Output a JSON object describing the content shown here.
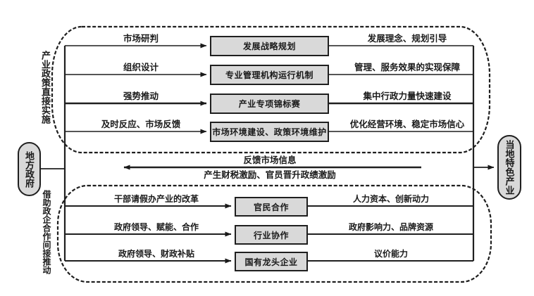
{
  "palette": {
    "line_color": "#1f1f1f",
    "box_fill": "#d9d9d9",
    "background": "#ffffff",
    "text_color": "#1a1a1a"
  },
  "left_node": {
    "label": "地方政府"
  },
  "right_node": {
    "label": "当地特色产业"
  },
  "top_section": {
    "side_label": "产业政策直接实施",
    "rows": [
      {
        "left_label": "市场研判",
        "box": "发展战略规划",
        "right_label": "发展理念、规划引导"
      },
      {
        "left_label": "组织设计",
        "box": "专业管理机构运行机制",
        "right_label": "管理、服务效果的实现保障"
      },
      {
        "left_label": "强势推动",
        "box": "产业专项锦标赛",
        "right_label": "集中行政力量快速建设"
      },
      {
        "left_label": "及时反应、市场反馈",
        "box": "市场环境建设、政策环境维护",
        "right_label": "优化经营环境、稳定市场信心"
      }
    ]
  },
  "feedback": {
    "top_label": "反馈市场信息",
    "bottom_label": "产生财税激励、官员晋升政绩激励"
  },
  "bottom_section": {
    "side_label": "借助政企合作间接推动",
    "rows": [
      {
        "left_label": "干部请假办产业的改革",
        "box": "官民合作",
        "right_label": "人力资本、创新动力"
      },
      {
        "left_label": "政府领导、赋能、合作",
        "box": "行业协作",
        "right_label": "政府影响力、品牌资源"
      },
      {
        "left_label": "政府领导、财政补贴",
        "box": "国有龙头企业",
        "right_label": "议价能力"
      }
    ]
  }
}
